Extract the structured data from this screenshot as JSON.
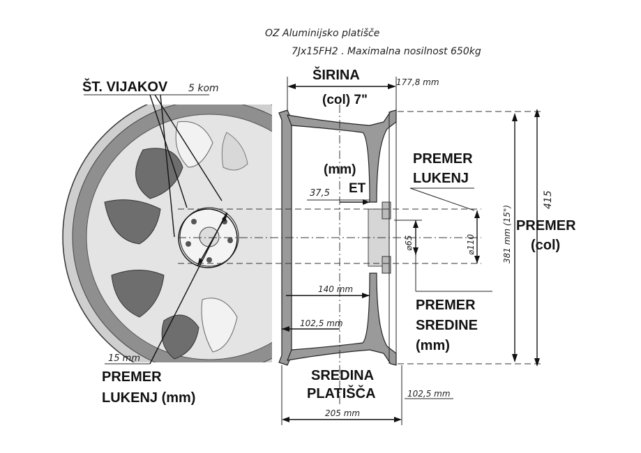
{
  "header": {
    "line1": "OZ Aluminijsko platišče",
    "line2": "7Jx15FH2 . Maximalna nosilnost 650kg"
  },
  "labels": {
    "bolts_title": "ŠT. VIJAKOV",
    "bolts_value": "5 kom",
    "width_title": "ŠIRINA",
    "width_unit": "(col) 7\"",
    "width_mm": "177,8 mm",
    "mm_label": "(mm)",
    "et_label": "ET",
    "et_value": "37,5",
    "bolt_circle_title_1": "PREMER",
    "bolt_circle_title_2": "LUKENJ",
    "diameter_title_1": "PREMER",
    "diameter_title_2": "(col)",
    "rim_dia_415": "415",
    "rim_dia_381": "381 mm (15\")",
    "center_bore_title_1": "PREMER",
    "center_bore_title_2": "SREDINE",
    "center_bore_title_3": "(mm)",
    "dim_140": "140 mm",
    "dim_1025_left": "102,5 mm",
    "dim_1025_right": "102,5 mm",
    "dim_205": "205 mm",
    "center_title_1": "SREDINA",
    "center_title_2": "PLATIŠČA",
    "bore_65": "⌀65",
    "pcd_110": "⌀110",
    "hole_dia_value": "15 mm",
    "hole_dia_title_1": "PREMER",
    "hole_dia_title_2": "LUKENJ (mm)"
  }
}
